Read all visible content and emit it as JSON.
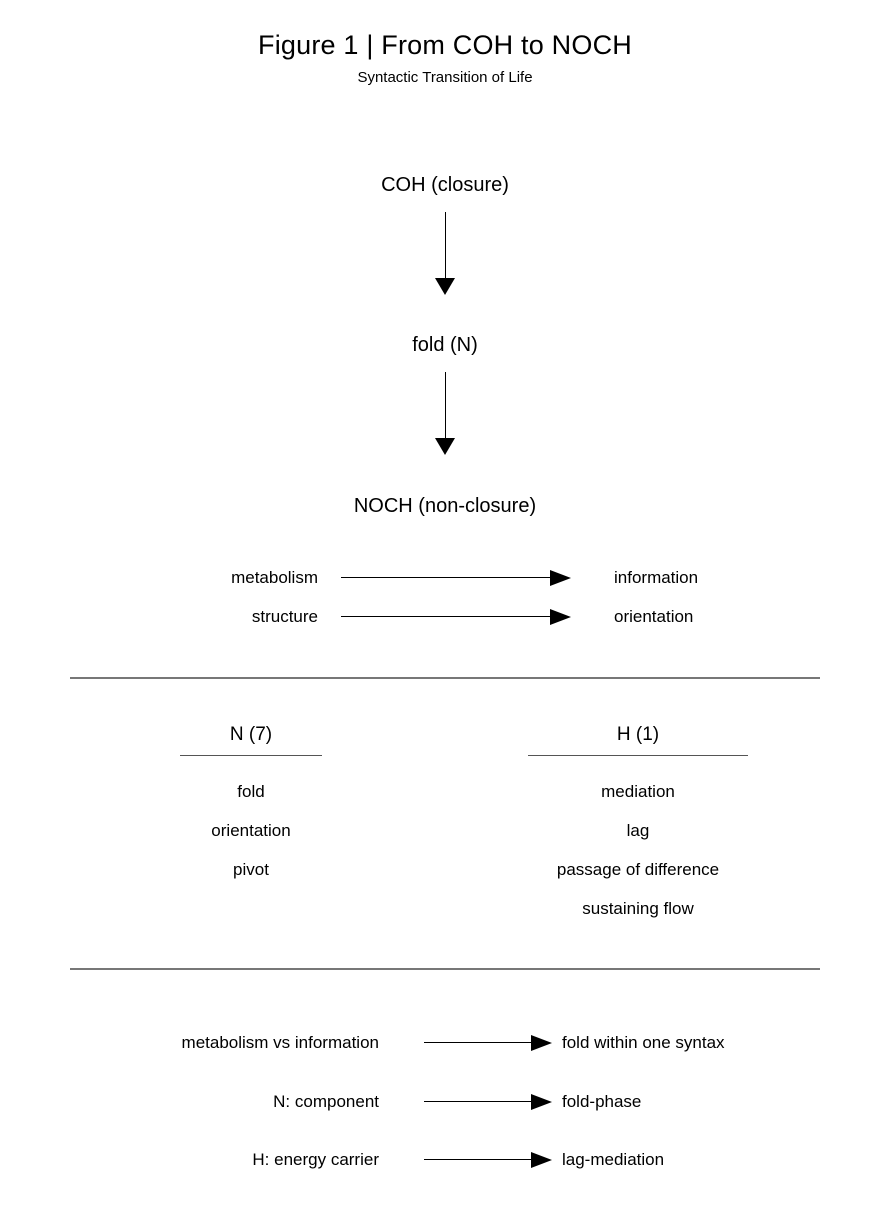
{
  "figure": {
    "title": "Figure 1 | From COH to NOCH",
    "subtitle": "Syntactic Transition of Life"
  },
  "chain": {
    "nodes": [
      {
        "label": "COH (closure)"
      },
      {
        "label": "fold (N)"
      },
      {
        "label": "NOCH (non-closure)"
      }
    ],
    "arrow_icon": "arrow-down-icon"
  },
  "mappings": [
    {
      "from": "metabolism",
      "to": "information",
      "arrow_icon": "arrow-right-icon"
    },
    {
      "from": "structure",
      "to": "orientation",
      "arrow_icon": "arrow-right-icon"
    }
  ],
  "columns": [
    {
      "header": "N (7)",
      "items": [
        {
          "label": "fold"
        },
        {
          "label": "orientation"
        },
        {
          "label": "pivot"
        }
      ]
    },
    {
      "header": "H (1)",
      "items": [
        {
          "label": "mediation"
        },
        {
          "label": "lag"
        },
        {
          "label": "passage of difference"
        },
        {
          "label": "sustaining flow"
        }
      ]
    }
  ],
  "bottom_mappings": [
    {
      "from": "metabolism vs information",
      "to": "fold within one syntax",
      "arrow_icon": "arrow-right-icon"
    },
    {
      "from": "N: component",
      "to": "fold-phase",
      "arrow_icon": "arrow-right-icon"
    },
    {
      "from": "H: energy carrier",
      "to": "lag-mediation",
      "arrow_icon": "arrow-right-icon"
    }
  ],
  "colors": {
    "background": "#ffffff",
    "text": "#000000",
    "divider": "#777777",
    "column_rule": "#555555"
  }
}
